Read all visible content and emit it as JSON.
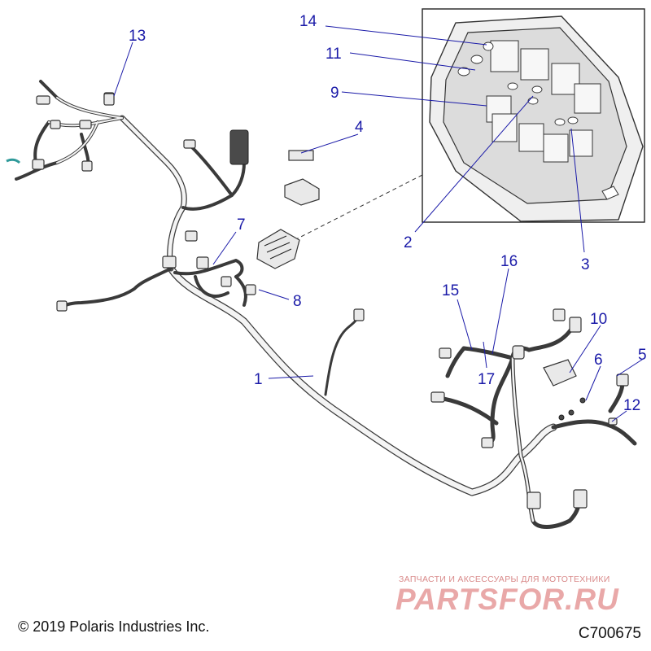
{
  "callouts": {
    "c1": "1",
    "c2": "2",
    "c3": "3",
    "c4": "4",
    "c5": "5",
    "c6": "6",
    "c7": "7",
    "c8": "8",
    "c9": "9",
    "c10": "10",
    "c11": "11",
    "c12": "12",
    "c13": "13",
    "c14": "14",
    "c15": "15",
    "c16": "16",
    "c17": "17"
  },
  "footer": {
    "copyright": "© 2019 Polaris Industries Inc.",
    "figure_code": "C700675"
  },
  "watermark": {
    "tagline": "ЗАПЧАСТИ И АКСЕССУАРЫ ДЛЯ МОТОТЕХНИКИ",
    "logo": "PARTSFOR.RU"
  },
  "colors": {
    "callout": "#1a1aa8",
    "line_art": "#333333",
    "watermark": "#e9a8a8"
  }
}
